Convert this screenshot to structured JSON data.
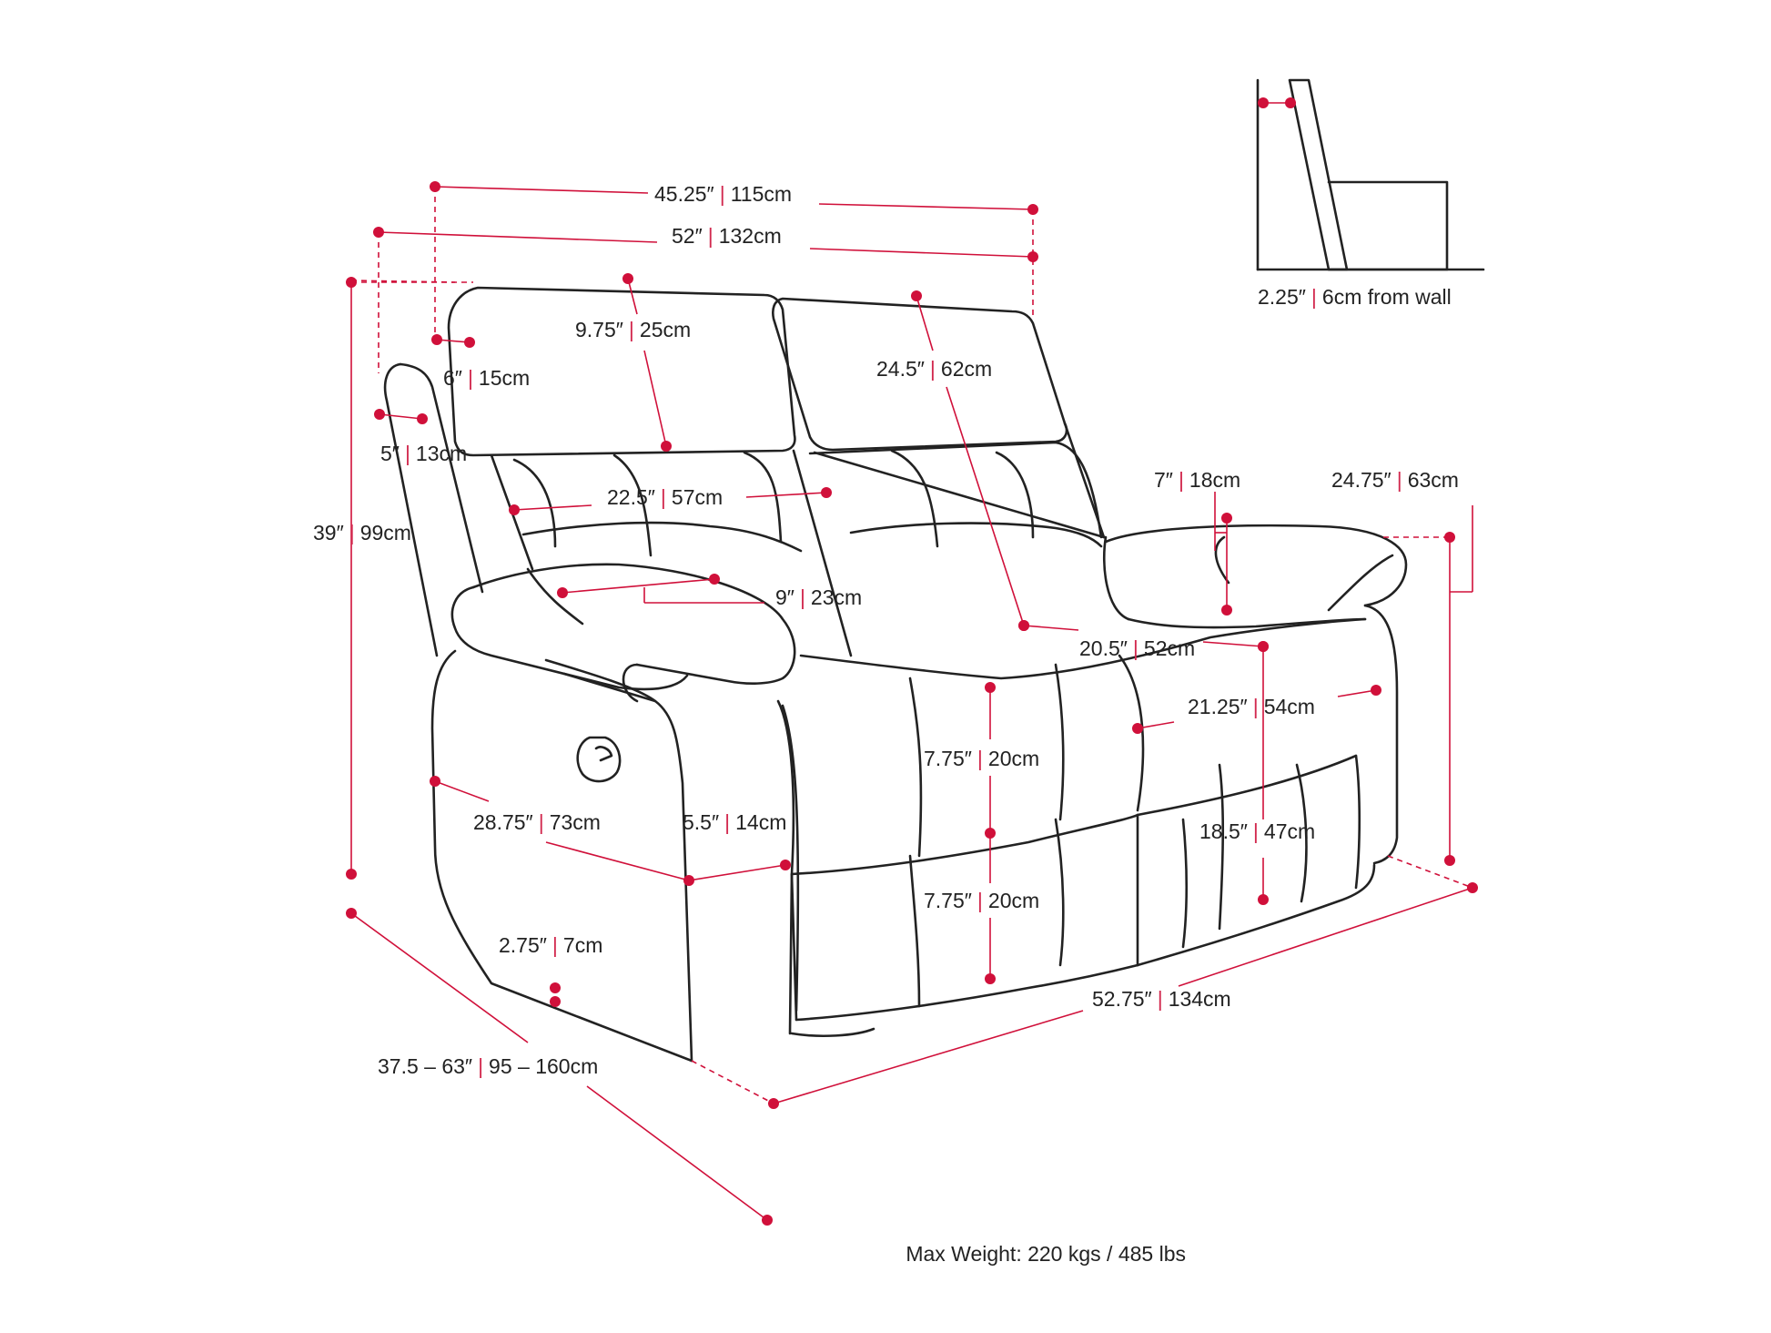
{
  "accent_color": "#d0103a",
  "line_color": "#222222",
  "dimensions": {
    "top_width": {
      "imperial": "45.25″",
      "metric": "115cm"
    },
    "total_width_top": {
      "imperial": "52″",
      "metric": "132cm"
    },
    "headrest_height": {
      "imperial": "9.75″",
      "metric": "25cm"
    },
    "back_height": {
      "imperial": "24.5″",
      "metric": "62cm"
    },
    "headrest_depth": {
      "imperial": "6″",
      "metric": "15cm"
    },
    "back_depth": {
      "imperial": "5″",
      "metric": "13cm"
    },
    "seat_width": {
      "imperial": "22.5″",
      "metric": "57cm"
    },
    "total_height": {
      "imperial": "39″",
      "metric": "99cm"
    },
    "arm_width": {
      "imperial": "9″",
      "metric": "23cm"
    },
    "arm_pad_height": {
      "imperial": "7″",
      "metric": "18cm"
    },
    "arm_height": {
      "imperial": "24.75″",
      "metric": "63cm"
    },
    "seat_depth": {
      "imperial": "20.5″",
      "metric": "52cm"
    },
    "seat_cushion": {
      "imperial": "7.75″",
      "metric": "20cm"
    },
    "arm_depth": {
      "imperial": "21.25″",
      "metric": "54cm"
    },
    "side_depth": {
      "imperial": "28.75″",
      "metric": "73cm"
    },
    "footrest": {
      "imperial": "5.5″",
      "metric": "14cm"
    },
    "seat_base": {
      "imperial": "7.75″",
      "metric": "20cm"
    },
    "seat_height": {
      "imperial": "18.5″",
      "metric": "47cm"
    },
    "leg_height": {
      "imperial": "2.75″",
      "metric": "7cm"
    },
    "total_width": {
      "imperial": "52.75″",
      "metric": "134cm"
    },
    "recline_depth": {
      "imperial": "37.5 – 63″",
      "metric": "95 – 160cm"
    },
    "wall_clearance": {
      "imperial": "2.25″",
      "metric": "6cm from wall"
    }
  },
  "max_weight": "Max Weight: 220 kgs / 485 lbs"
}
